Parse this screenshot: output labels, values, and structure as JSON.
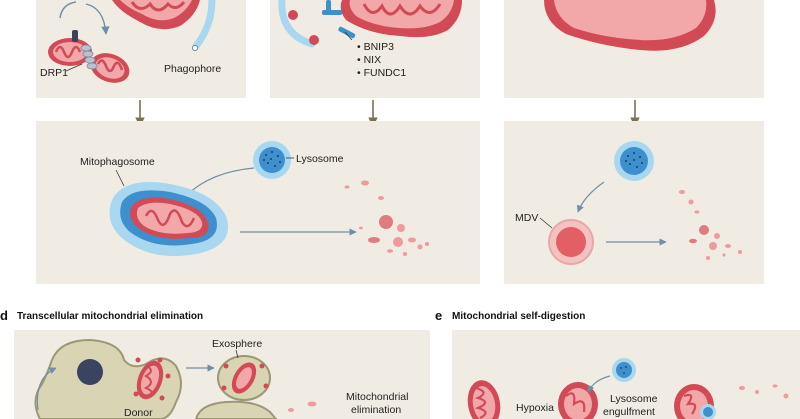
{
  "labels": {
    "drp1": "DRP1",
    "phagophore": "Phagophore",
    "bnip3": "• BNIP3",
    "nix": "• NIX",
    "fundc1": "• FUNDC1",
    "mitophagosome": "Mitophagosome",
    "lysosome": "Lysosome",
    "mdv": "MDV",
    "exosphere": "Exosphere",
    "donor": "Donor",
    "elimination_line1": "Mitochondrial",
    "elimination_line2": "elimination",
    "hypoxia": "Hypoxia",
    "lysosome_engulfment_line1": "Lysosome",
    "lysosome_engulfment_line2": "engulfment"
  },
  "sections": {
    "d": {
      "letter": "d",
      "title": "Transcellular mitochondrial elimination"
    },
    "e": {
      "letter": "e",
      "title": "Mitochondrial self-digestion"
    }
  },
  "colors": {
    "panel": "#f1ece3",
    "mito_outer": "#d24a55",
    "mito_inner": "#f2a7a8",
    "membrane_blue": "#a8d7ef",
    "lysosome_blue": "#3d8fce",
    "cell": "#d9d4b4",
    "cell_edge": "#9c9874",
    "nucleus": "#3a4360",
    "arrow": "#7b6f55"
  }
}
